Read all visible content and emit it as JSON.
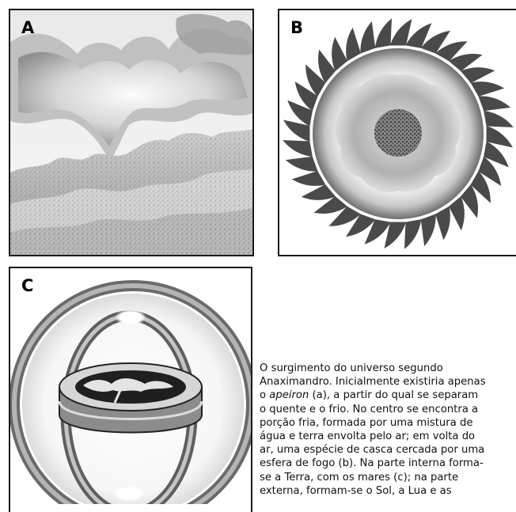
{
  "panels": {
    "a": {
      "label": "A"
    },
    "b": {
      "label": "B"
    },
    "c": {
      "label": "C"
    }
  },
  "caption": {
    "lines": [
      "O surgimento do universo segundo",
      "Anaximandro. Inicialmente existiria apenas",
      "o apeiron (a), a partir do qual se separam",
      "o quente e o frio. No centro se encontra a",
      "porção fria, formada por uma mistura de",
      "água e terra envolta pelo ar; em volta do",
      "ar, uma espécie de casca cercada por uma",
      "esfera de fogo (b). Na parte interna forma-",
      "se a Terra, com os mares (c); na parte",
      "externa, formam-se o Sol, a Lua e as"
    ],
    "line3": {
      "before": "o ",
      "italic": "apeiron",
      "after": " (a), a partir do qual se separam"
    }
  }
}
